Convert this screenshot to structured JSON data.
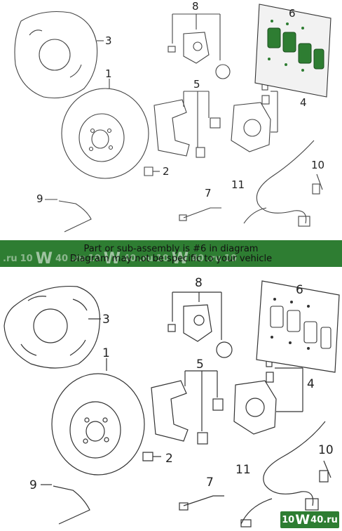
{
  "callouts": {
    "c1": "1",
    "c2": "2",
    "c3": "3",
    "c4": "4",
    "c5": "5",
    "c6": "6",
    "c7": "7",
    "c8": "8",
    "c9": "9",
    "c10": "10",
    "c11": "11"
  },
  "banner": {
    "line1": "Part or sub-assembly is #6 in diagram",
    "line2": "Diagram may not be specific to your vehicle",
    "watermark_ru": ".ru",
    "watermark_10": "10",
    "watermark_w": "W",
    "watermark_40": "40"
  },
  "logo": {
    "pre": "10",
    "w": "W",
    "post": "40.ru"
  },
  "colors": {
    "banner": "#2e7d32",
    "highlight": "#2e7d32",
    "line": "#333333"
  }
}
